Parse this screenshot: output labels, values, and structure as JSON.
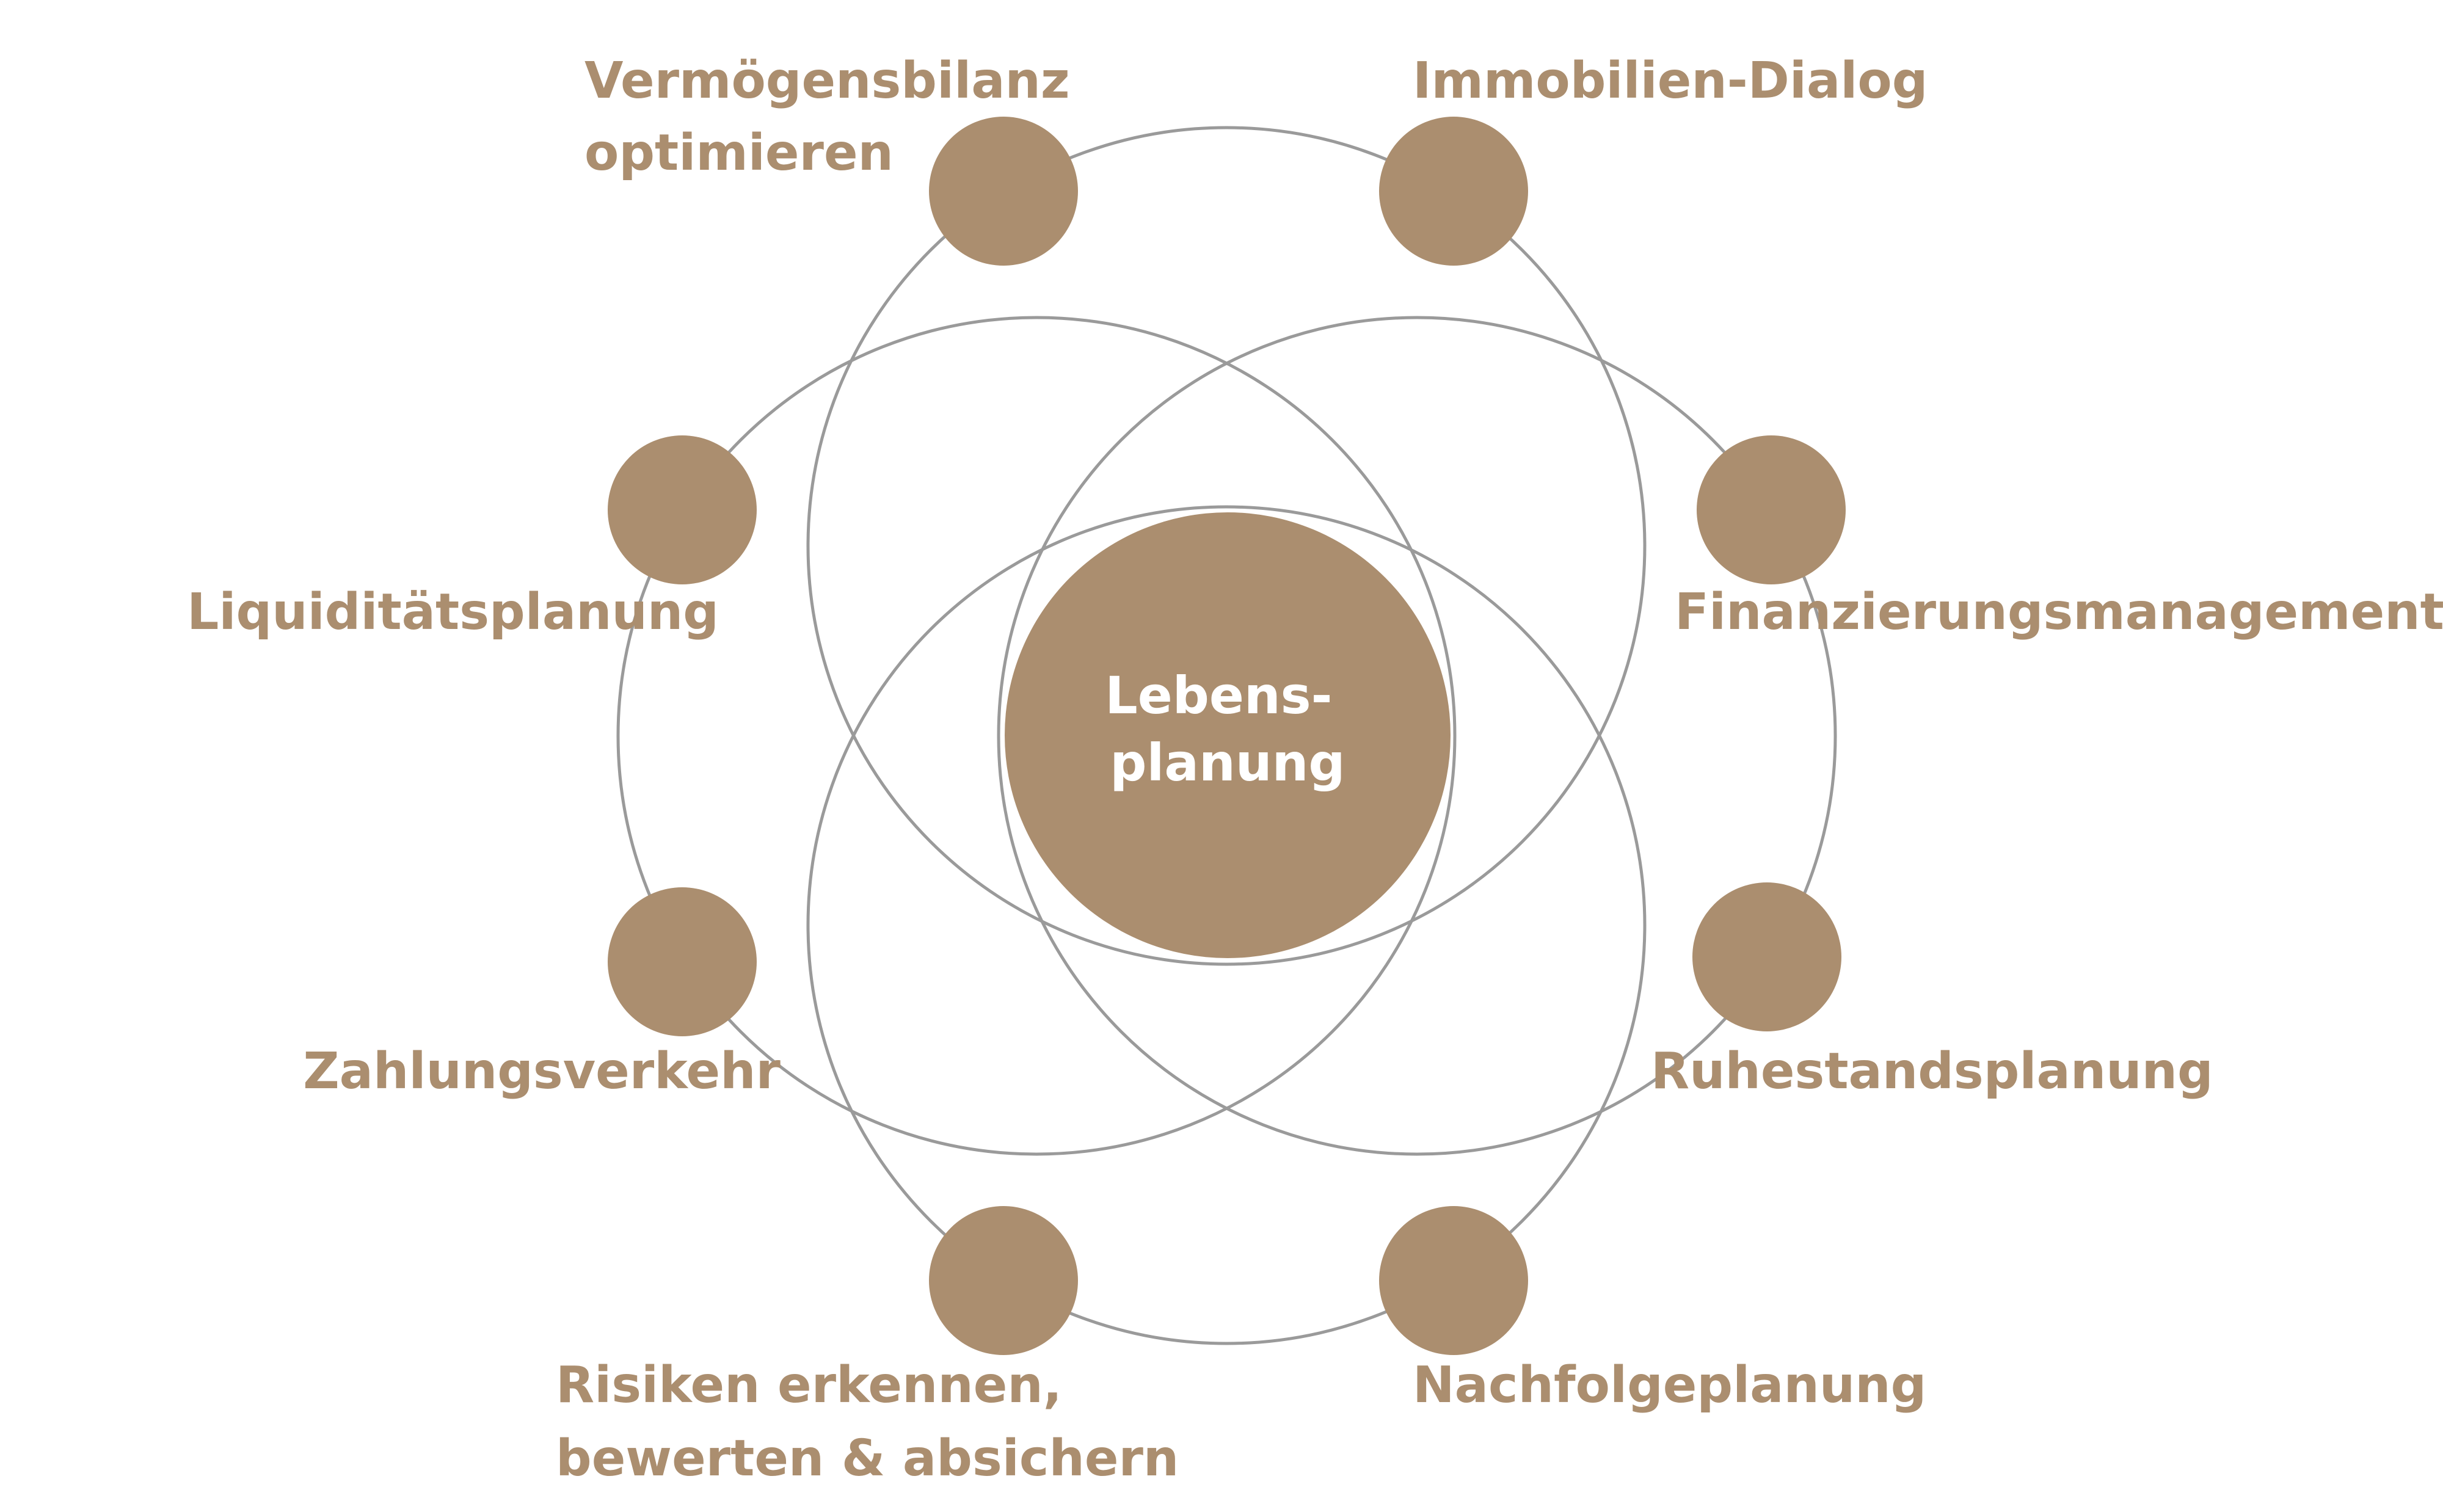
{
  "colors": {
    "node": "#ab8e6f",
    "label": "#ab8e6f",
    "ring": "#9a9a9a",
    "center_text": "#ffffff",
    "background": "#ffffff"
  },
  "center": {
    "lines": [
      "Lebens-",
      "planung"
    ]
  },
  "topics": {
    "vermoegensbilanz": [
      "Vermögensbilanz",
      "optimieren"
    ],
    "immobilien": [
      "Immobilien-Dialog"
    ],
    "liquiditaet": [
      "Liquiditätsplanung"
    ],
    "finanzierung": [
      "Finanzierungsmanagement"
    ],
    "zahlungsverkehr": [
      "Zahlungsverkehr"
    ],
    "ruhestand": [
      "Ruhestandsplanung"
    ],
    "risiken": [
      "Risiken erkennen,",
      "bewerten & absichern"
    ],
    "nachfolge": [
      "Nachfolgeplanung"
    ]
  }
}
